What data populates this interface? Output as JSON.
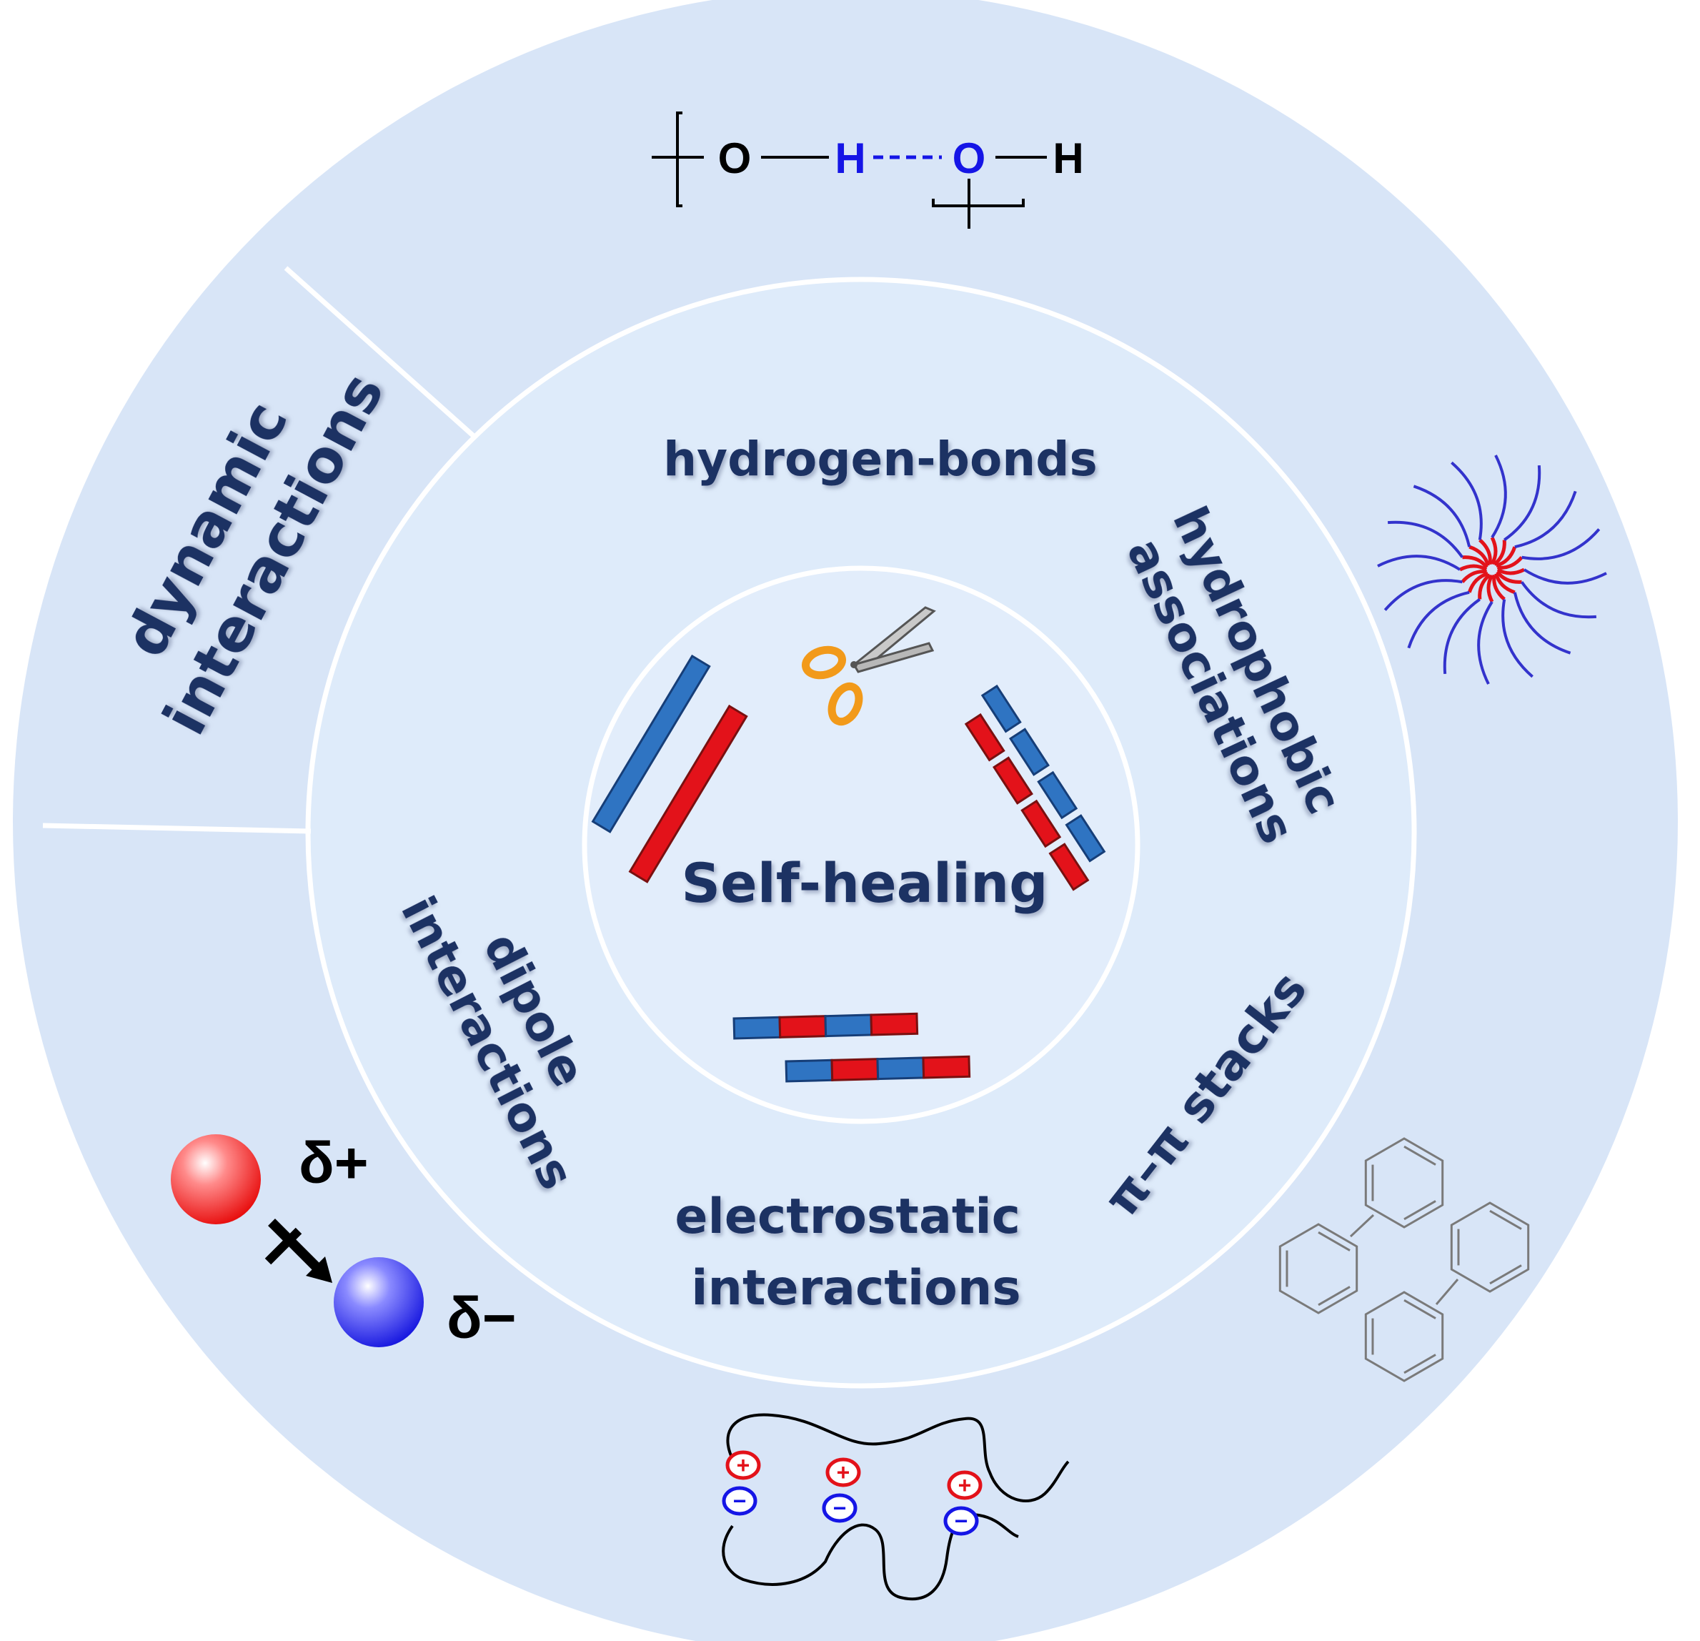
{
  "center": {
    "title": "Self-healing"
  },
  "corner_label": {
    "line1": "dynamic",
    "line2": "interactions"
  },
  "interactions": {
    "hydrogen_bonds": "hydrogen-bonds",
    "hydrophobic": {
      "line1": "hydrophobic",
      "line2": "associations"
    },
    "pi_stacks": "π–π stacks",
    "electrostatic": {
      "line1": "electrostatic",
      "line2": "interactions"
    },
    "dipole": {
      "line1": "dipole",
      "line2": "interactions"
    }
  },
  "hbond_formula": {
    "o1": "O",
    "h1": "H",
    "o2": "O",
    "h2": "H"
  },
  "dipole_symbols": {
    "plus": "δ+",
    "minus": "δ−",
    "plus_sign": "+",
    "minus_sign": "−"
  },
  "ion_signs": {
    "plus": "+",
    "minus": "−"
  },
  "colors": {
    "outer_ring": "#d8e5f7",
    "label_text": "#1f3164",
    "polymer_blue": "#2f74c2",
    "polymer_red": "#e3121a",
    "hbond_blue": "#1515e6"
  }
}
